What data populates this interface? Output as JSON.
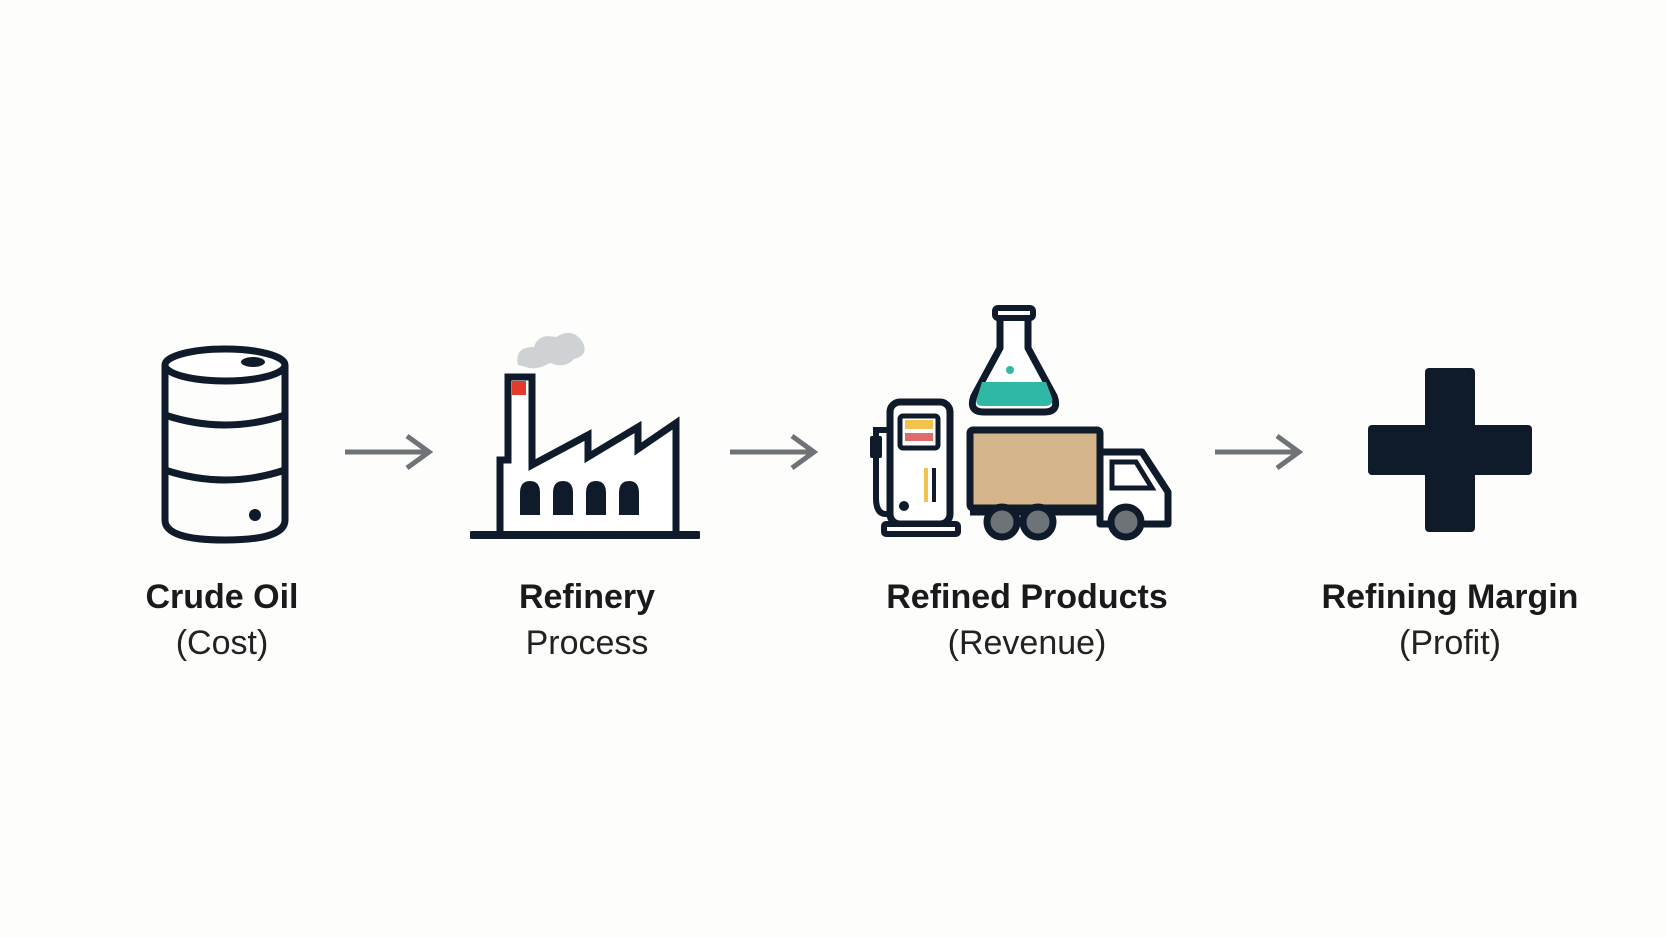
{
  "stages": [
    {
      "title": "Crude Oil",
      "subtitle": "(Cost)",
      "icon": "oil-barrel-icon"
    },
    {
      "title": "Refinery",
      "subtitle": "Process",
      "icon": "factory-icon"
    },
    {
      "title": "Refined Products",
      "subtitle": "(Revenue)",
      "icon": "fuel-pump-truck-flask-icon"
    },
    {
      "title": "Refining Margin",
      "subtitle": "(Profit)",
      "icon": "plus-icon"
    }
  ],
  "colors": {
    "outline": "#0f1b2a",
    "arrow": "#6e7378",
    "flask_liquid": "#2fb8a6",
    "truck_cargo": "#d4b48a",
    "pump_screen_yellow": "#f2c14e",
    "pump_screen_red": "#e06b6b",
    "chimney_flame": "#e23b2e",
    "smoke": "#cfd2d4"
  }
}
